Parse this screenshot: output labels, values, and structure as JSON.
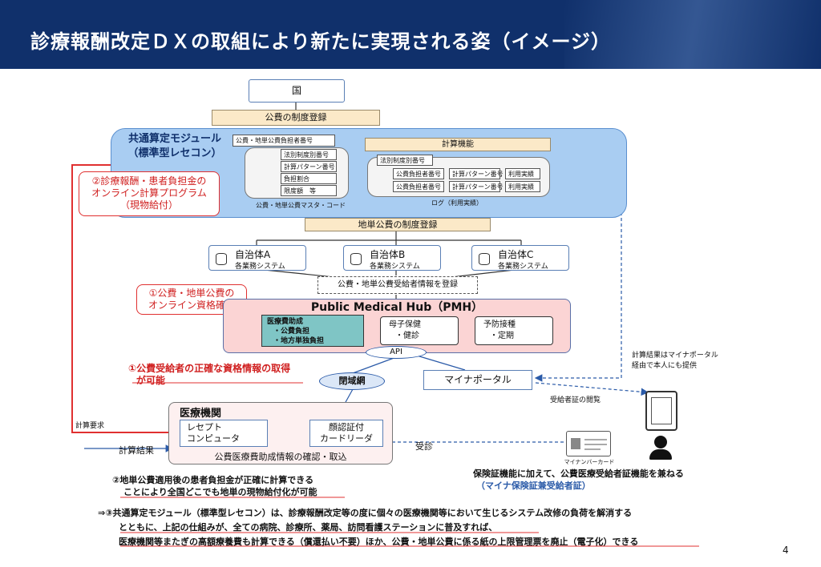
{
  "header": {
    "title": "診療報酬改定ＤＸの取組により新たに実現される姿（イメージ）"
  },
  "country": "国",
  "public_registration": "公費の制度登録",
  "module": {
    "title_line1": "共通算定モジュール",
    "title_line2": "（標準型レセコン）",
    "master_top": "公費・地単公費負担者番号",
    "master_items": [
      "法別制度別番号",
      "計算パターン番号",
      "負担割合",
      "限度額　等"
    ],
    "master_caption": "公費・地単公費マスタ・コード",
    "calc_title": "計算機能",
    "calc_top": "法別制度別番号",
    "calc_rows": [
      [
        "公費負担者番号",
        "計算パターン番号",
        "利用実績"
      ],
      [
        "公費負担者番号",
        "計算パターン番号",
        "利用実績"
      ]
    ],
    "log_caption": "ログ（利用実績）"
  },
  "callout_2": {
    "line1": "②診療報酬・患者負担金の",
    "line2": "オンライン計算プログラム",
    "line3": "（現物給付）"
  },
  "local_registration": "地単公費の制度登録",
  "municipalities": [
    {
      "name": "自治体A",
      "sub": "各業務システム"
    },
    {
      "name": "自治体B",
      "sub": "各業務システム"
    },
    {
      "name": "自治体C",
      "sub": "各業務システム"
    }
  ],
  "recipient_registration": "公費・地単公費受給者情報を登録",
  "callout_1": {
    "line1": "①公費・地単公費の",
    "line2": "オンライン資格確認"
  },
  "pmh": {
    "title": "Public Medical Hub（PMH）",
    "box1": [
      "医療費助成",
      "・公費負担",
      "・地方単独負担"
    ],
    "box2": [
      "母子保健",
      "・健診"
    ],
    "box3": [
      "予防接種",
      "・定期"
    ],
    "api": "API"
  },
  "statement_1": {
    "line1": "①公費受給者の正確な資格情報の取得",
    "line2": "が可能"
  },
  "closed_network": "閉域網",
  "myna_portal": "マイナポータル",
  "portal_note": {
    "line1": "計算結果はマイナポータル",
    "line2": "経由で本人にも提供"
  },
  "recipient_view": "受給者証の閲覧",
  "calc_request": "計算要求",
  "calc_result": "計算結果",
  "clinic": {
    "title": "医療機関",
    "receipt": [
      "レセプト",
      "コンピュータ"
    ],
    "reader": [
      "顔認証付",
      "カードリーダ"
    ],
    "caption": "公費医療費助成情報の確認・取込"
  },
  "consultation": "受診",
  "mynumber_card": "マイナンバーカード",
  "insurance_note": {
    "line1": "保険証機能に加えて、公費医療受給者証機能を兼ねる",
    "line2": "（マイナ保険証兼受給者証）"
  },
  "statement_2": {
    "line1": "②地単公費適用後の患者負担金が正確に計算できる",
    "line2": "ことにより全国どこでも地単の現物給付化が可能"
  },
  "statement_3": {
    "line1": "⇒③共通算定モジュール（標準型レセコン）は、診療報酬改定等の度に個々の医療機関等において生じるシステム改修の負荷を解消する",
    "line2": "とともに、上記の仕組みが、全ての病院、診療所、薬局、訪問看護ステーションに普及すれば、",
    "line3": "医療機関等またぎの高額療養費も計算できる（償還払い不要）ほか、公費・地単公費に係る紙の上限管理票を廃止（電子化）できる"
  },
  "page_number": "4",
  "colors": {
    "header": "#10306b",
    "module_bg": "#a9cdf2",
    "pmh_bg": "#fbd4d4",
    "red": "#e03030",
    "tan": "#fbe9c8",
    "teal": "#7fc5c5"
  }
}
